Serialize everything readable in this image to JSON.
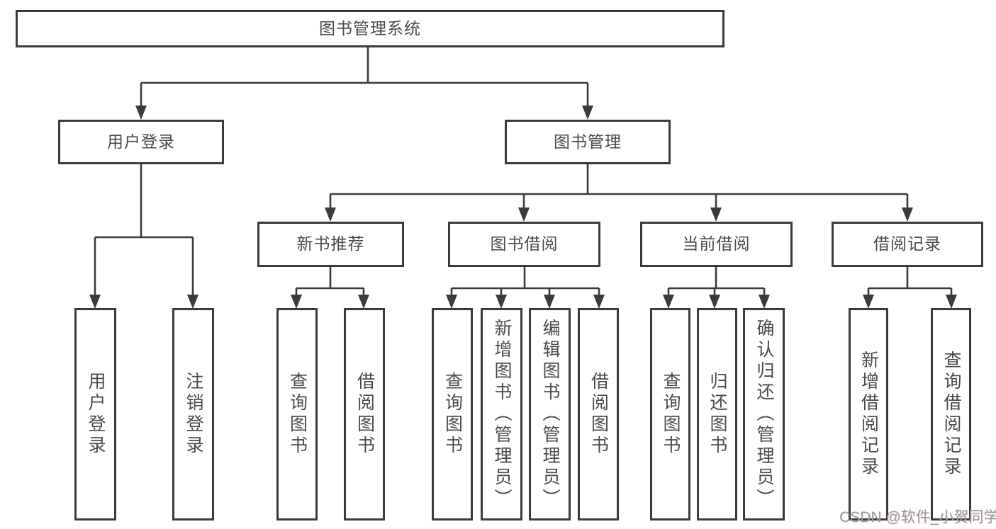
{
  "colors": {
    "line": "#3b3b3b",
    "box_border": "#3b3b3b",
    "box_fill": "#ffffff",
    "text": "#4a4a4a",
    "watermark": "#9b9b9b",
    "background": "#ffffff"
  },
  "watermark": {
    "text": "CSDN @软件_小贺同学"
  },
  "tree": {
    "root": {
      "label": "图书管理系统"
    },
    "level2": [
      {
        "label": "用户登录",
        "leaves": [
          {
            "label": "用户登录"
          },
          {
            "label": "注销登录"
          }
        ]
      },
      {
        "label": "图书管理",
        "groups": [
          {
            "label": "新书推荐",
            "leaves": [
              {
                "label": "查询图书"
              },
              {
                "label": "借阅图书"
              }
            ]
          },
          {
            "label": "图书借阅",
            "leaves": [
              {
                "label": "查询图书"
              },
              {
                "label": "新增图书（管理员）"
              },
              {
                "label": "编辑图书（管理员）"
              },
              {
                "label": "借阅图书"
              }
            ]
          },
          {
            "label": "当前借阅",
            "leaves": [
              {
                "label": "查询图书"
              },
              {
                "label": "归还图书"
              },
              {
                "label": "确认归还（管理员）"
              }
            ]
          },
          {
            "label": "借阅记录",
            "leaves": [
              {
                "label": "新增借阅记录"
              },
              {
                "label": "查询借阅记录"
              }
            ]
          }
        ]
      }
    ]
  }
}
